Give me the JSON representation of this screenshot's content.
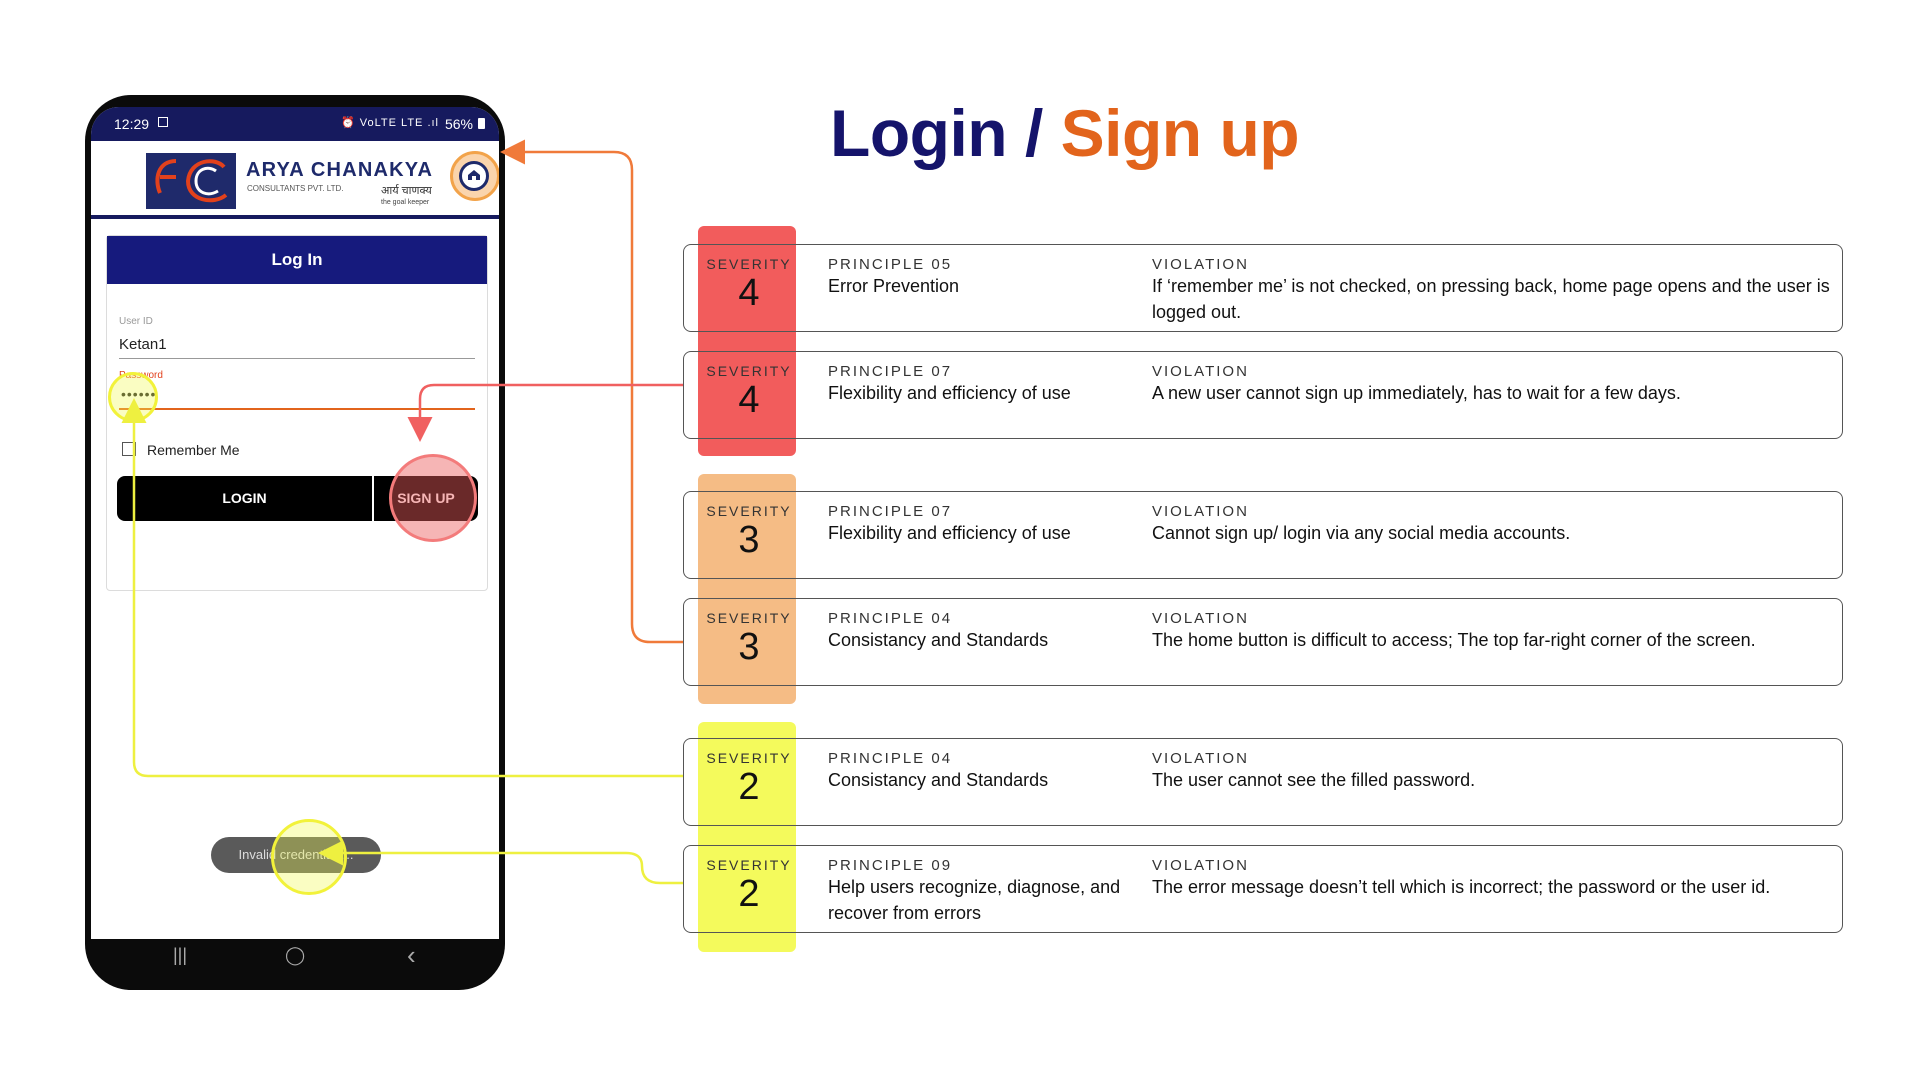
{
  "title": {
    "main": "Login",
    "separator": " / ",
    "accent": "Sign up"
  },
  "colors": {
    "title_main": "#15146b",
    "title_accent": "#e2641c",
    "severity_4": "#f25c5c",
    "severity_3": "#f5bc85",
    "severity_2": "#f4fa5c",
    "connector_red": "#f06060",
    "connector_orange": "#f07a3a",
    "connector_yellow": "#eef040"
  },
  "phone": {
    "status_time": "12:29",
    "status_icons": "⏰ VoLTE LTE .ıl",
    "status_battery": "56%",
    "brand_name": "ARYA CHANAKYA",
    "brand_sub": "CONSULTANTS PVT. LTD.",
    "brand_hindi": "आर्य चाणक्य",
    "brand_tagline": "the goal keeper",
    "card_title": "Log In",
    "userid_label": "User ID",
    "userid_value": "Ketan1",
    "password_label": "Password",
    "password_value": "••••••",
    "remember_label": "Remember Me",
    "login_button": "LOGIN",
    "signup_button": "SIGN UP",
    "toast_text": "Invalid credentials...",
    "nav_recent": "|||",
    "nav_home": "◯",
    "nav_back": "‹"
  },
  "headers": {
    "severity": "SEVERITY",
    "violation": "VIOLATION"
  },
  "issues": [
    {
      "severity": "4",
      "principle": "PRINCIPLE 05",
      "principle_name": "Error Prevention",
      "violation": "If ‘remember me’ is not checked, on pressing back,  home page opens and the user is logged out."
    },
    {
      "severity": "4",
      "principle": "PRINCIPLE 07",
      "principle_name": "Flexibility and efficiency of use",
      "violation": "A new user cannot sign up immediately, has to wait for a few days."
    },
    {
      "severity": "3",
      "principle": "PRINCIPLE 07",
      "principle_name": "Flexibility and efficiency of use",
      "violation": "Cannot sign up/ login via any social media accounts."
    },
    {
      "severity": "3",
      "principle": "PRINCIPLE 04",
      "principle_name": "Consistancy and Standards",
      "violation": "The home button is difficult to access; The top far-right corner of the screen."
    },
    {
      "severity": "2",
      "principle": "PRINCIPLE 04",
      "principle_name": "Consistancy and Standards",
      "violation": "The user cannot see the filled password."
    },
    {
      "severity": "2",
      "principle": "PRINCIPLE 09",
      "principle_name": "Help users recognize, diagnose, and recover from errors",
      "violation": "The error message doesn’t tell which is incorrect; the password or the user id."
    }
  ]
}
